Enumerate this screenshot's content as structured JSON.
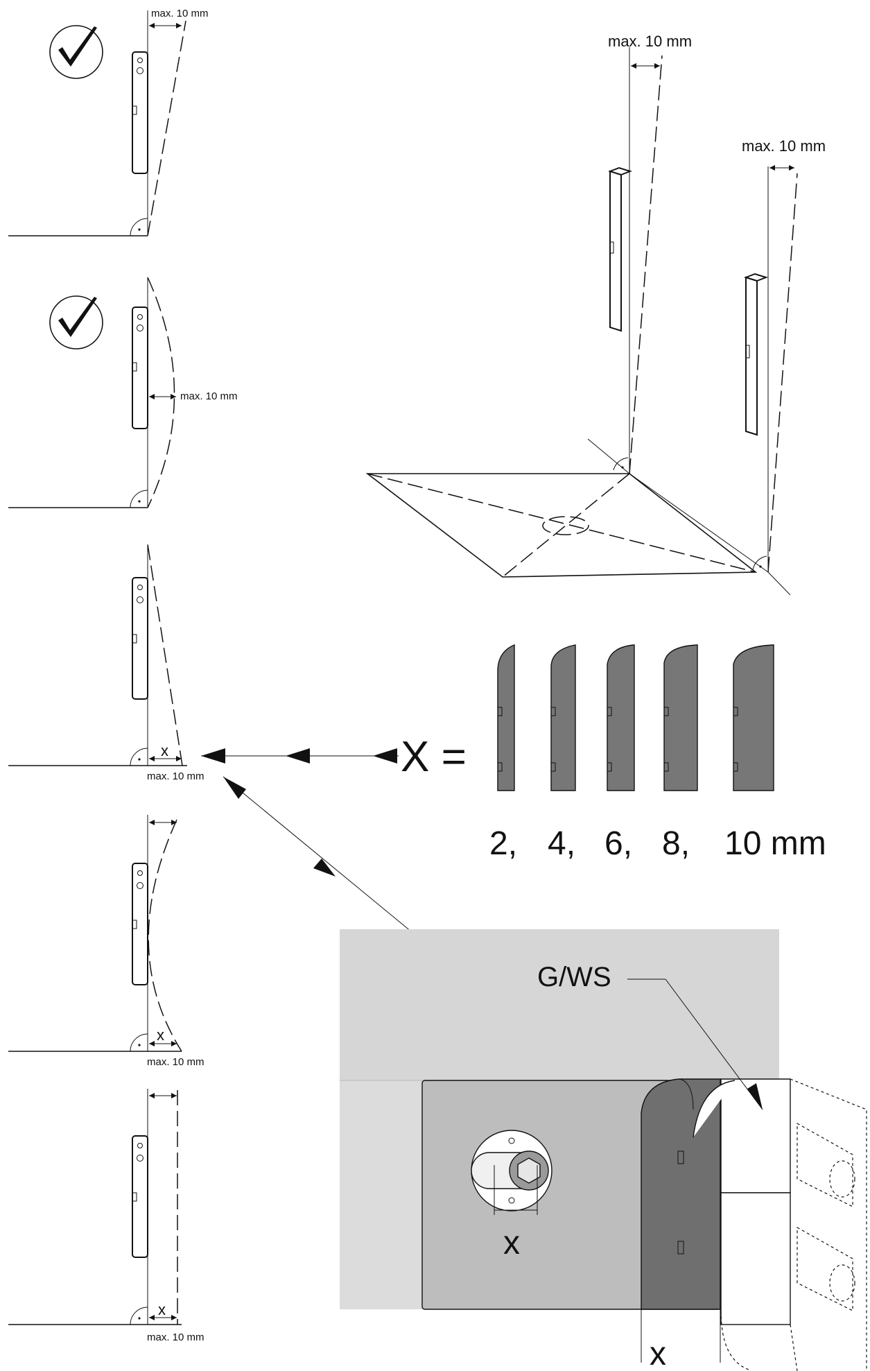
{
  "labels": {
    "tol_1": "max. 10 mm",
    "tol_2": "max. 10 mm",
    "tol_3": "max. 10 mm",
    "tol_4": "max. 10 mm",
    "tol_5": "max. 10 mm",
    "tol_6": "max. 10 mm",
    "tol_7": "max. 10 mm",
    "x_small_1": "x",
    "x_small_2": "x",
    "x_small_3": "x",
    "x_equals": "X =",
    "size_1": "2,",
    "size_2": "4,",
    "size_3": "6,",
    "size_4": "8,",
    "size_5": "10 mm",
    "gws": "G/WS",
    "x_big_1": "x",
    "x_big_2": "x"
  },
  "icons": {
    "check": "check-circle-icon"
  },
  "colors": {
    "line": "#111111",
    "profile": "#777777",
    "panel_light": "#dcdcdc",
    "panel_mid": "#bdbdbd",
    "panel_dark": "#6f6f6f"
  }
}
